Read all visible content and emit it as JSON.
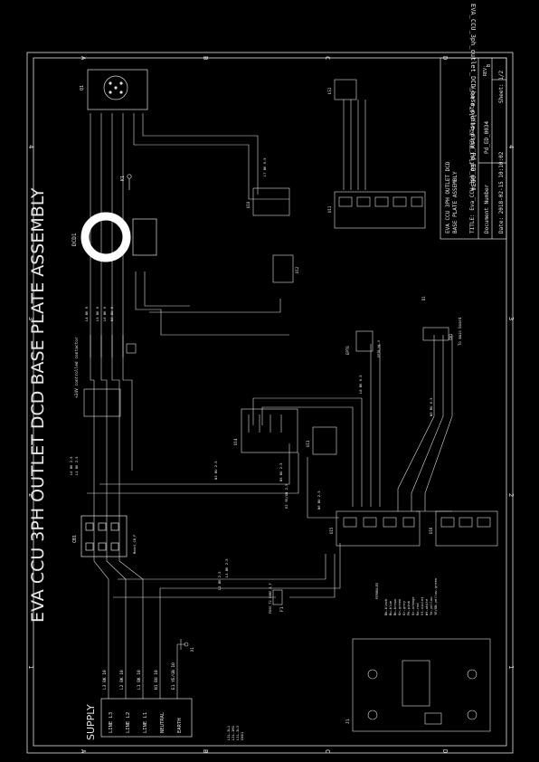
{
  "sheet": {
    "title": "EVA CCU 3PH OUTLET DCD BASE PLATE ASSEMBLY",
    "top_filename": "EVA_CCU_3ph_outlet_DCD_base_plate_assy_Pd_ED_0034",
    "supply_label": "SUPPLY",
    "grid_columns": [
      "A",
      "B",
      "C",
      "D"
    ],
    "grid_rows": [
      "4",
      "3",
      "2",
      "1"
    ]
  },
  "title_block": {
    "line1": "EVA CCU 3PH OUTLET DCD",
    "line2": "BASE PLATE ASSEMBLY",
    "title_row": "TITLE: Eva_CCU_3ph_outlet_DCD_base_plate_assy",
    "doc_number_label": "Document Number",
    "doc_number": "Pd_ED_0034",
    "rev_label": "REV:",
    "rev": "B",
    "date": "Date: 2018-02-15 10:10:02",
    "sheet": "Sheet: 1/2"
  },
  "supply": {
    "lines": [
      "LINE L3",
      "LINE L2",
      "LINE L1",
      "NEUTRAL",
      "EARTH"
    ],
    "wires": [
      "L3 BK 10",
      "L2 BK 10",
      "L1 BK 10",
      "N1 BU 10",
      "E1 YE/GN 10"
    ]
  },
  "components": {
    "q1": "Q1",
    "dcd1": "DCD1",
    "k1": "K1",
    "x1": "X1",
    "u10": "U10",
    "u11": "U11",
    "u12": "U12",
    "u13": "U13",
    "u14": "U14",
    "u15": "U15",
    "u16": "U16",
    "ept0": "EPT0",
    "ept0_tag": "EPT0 Hi-V",
    "cb1": "CB1",
    "cb1_sub": "Model_CB_P",
    "f1": "F1",
    "f1_label": "FUSE_T2 CUBE_A_F",
    "ls1": "LS1",
    "j1": "J1",
    "contactor_note": "+24V controlled contactor",
    "to_board": "To main board",
    "cn1": "CN1",
    "d1": "D1"
  },
  "wire_labels": [
    "L0 BK 2.5",
    "L1 BK 2.5",
    "L2 BK 2.5",
    "L3 BK 2.5",
    "N3 BU 2.5",
    "N5 BU 2.5",
    "N6 BU 2.5",
    "E2 YE/GN 2.5",
    "L4 BK 6",
    "N4 BU 6",
    "L5 BK 6",
    "L6 BK 6",
    "L7 BK 0.5",
    "L8 BK 0.5",
    "N9 BU 0.5"
  ],
  "legend": {
    "title": "FERRULES",
    "items": [
      "Bk-black",
      "Bu-blue",
      "Bn-brown",
      "Gn-green",
      "Gr-grey",
      "Pk-pink",
      "Or-orange",
      "Rd-red",
      "Vt-violet",
      "Wt-white",
      "Ye-yellow",
      "YE/GN-yellow-green"
    ]
  },
  "notes": [
    "L3L-3L1",
    "L2L-1M1",
    "L1L-3L3",
    "CN01"
  ]
}
